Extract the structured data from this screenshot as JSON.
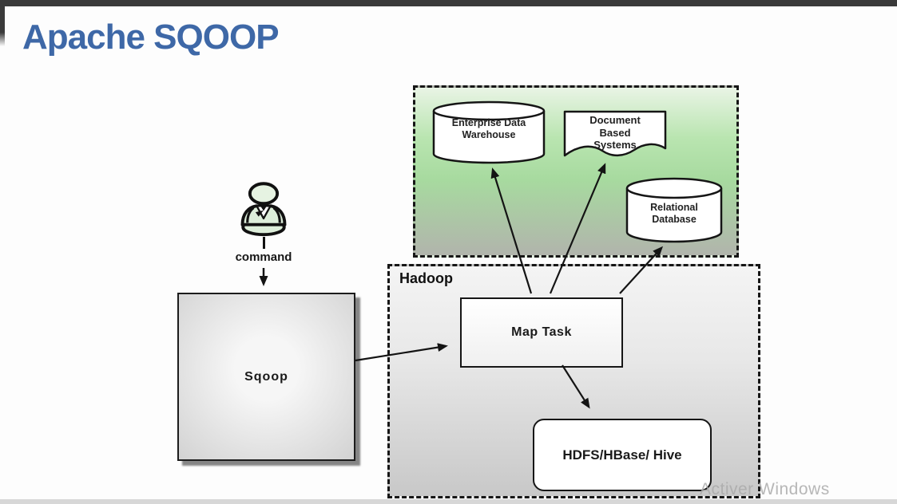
{
  "page": {
    "title": "Apache SQOOP",
    "title_color": "#3e68a7",
    "watermark": "Activer Windows"
  },
  "diagram": {
    "actor": {
      "icon": "person-icon",
      "label": "command"
    },
    "sqoop": {
      "label": "Sqoop"
    },
    "hadoop": {
      "label": "Hadoop",
      "map_task_label": "Map Task",
      "hdfs_label": "HDFS/HBase/ Hive"
    },
    "sources": {
      "warehouse_label": "Enterprise Data Warehouse",
      "document_label": "Document Based Systems",
      "relational_label": "Relational Database",
      "panel_green": "#a7da9f",
      "panel_gray_bottom": "#b1b4ac"
    },
    "connections": [
      {
        "from": "command",
        "to": "Sqoop"
      },
      {
        "from": "Sqoop",
        "to": "Map Task"
      },
      {
        "from": "Map Task",
        "to": "Enterprise Data Warehouse"
      },
      {
        "from": "Map Task",
        "to": "Document Based Systems"
      },
      {
        "from": "Map Task",
        "to": "Relational Database"
      },
      {
        "from": "Map Task",
        "to": "HDFS/HBase/Hive"
      }
    ]
  }
}
